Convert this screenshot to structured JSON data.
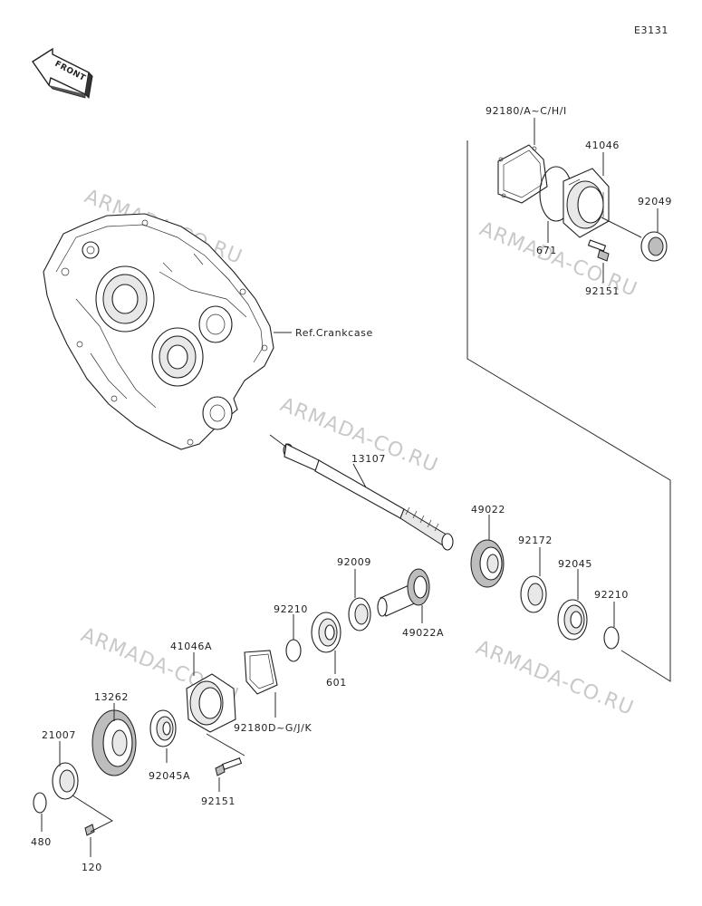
{
  "diagram_code": "E3131",
  "front_indicator": "FRONT",
  "reference_label": "Ref.Crankcase",
  "watermark": "ARMADA-CO.RU",
  "parts": {
    "p92180_ac_h_i": "92180/A~C/H/I",
    "p41046": "41046",
    "p92049": "92049",
    "p671": "671",
    "p92151_top": "92151",
    "p13107": "13107",
    "p49022": "49022",
    "p92172": "92172",
    "p92045": "92045",
    "p92210_right": "92210",
    "p92009": "92009",
    "p49022a": "49022A",
    "p92210_mid": "92210",
    "p601": "601",
    "p41046a": "41046A",
    "p92180_dg_j_k": "92180D~G/J/K",
    "p13262": "13262",
    "p21007": "21007",
    "p92045a": "92045A",
    "p92151_bottom": "92151",
    "p480": "480",
    "p120": "120"
  },
  "colors": {
    "line": "#2a2a2a",
    "watermark": "#c9c9c9",
    "background": "#ffffff"
  }
}
